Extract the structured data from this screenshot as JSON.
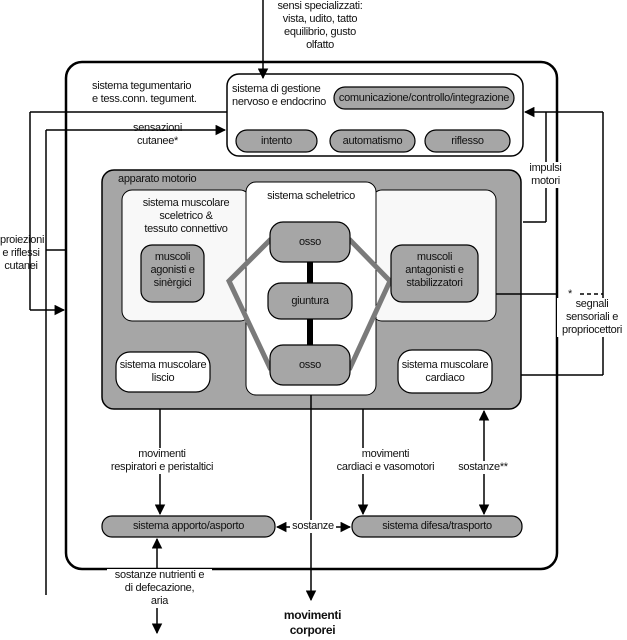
{
  "input_top": "sensi specializzati:\nvista, udito, tatto\nequilibrio, gusto\nolfatto",
  "tegumentario": "sistema tegumentario\ne tess.conn. tegument.",
  "sensazioni": "sensazioni\ncutanee*",
  "proiezioni": "proiezioni\ne riflessi\ncutanei",
  "nervoso": {
    "title": "sistema  di gestione\nnervoso e endocrino",
    "comunicazione": "comunicazione/controllo/integrazione",
    "intento": "intento",
    "automatismo": "automatismo",
    "riflesso": "riflesso"
  },
  "impulsi": "impulsi\nmotori",
  "apparato": "apparato motorio",
  "muscolare_scheletrico": "sistema muscolare\nsceletrico &\ntessuto connettivo",
  "agonisti": "muscoli\nagonisti e\nsinèrgici",
  "scheletrico": "sistema scheletrico",
  "osso1": "osso",
  "giuntura": "giuntura",
  "osso2": "osso",
  "antagonisti": "muscoli\nantagonisti e\nstabilizzatori",
  "asterisk": "*",
  "segnali": "segnali\nsensoriali e\npropriocettori",
  "liscio": "sistema muscolare\nliscio",
  "cardiaco": "sistema muscolare\ncardiaco",
  "mov_resp": "movimenti\nrespiratori e peristaltici",
  "mov_card": "movimenti\ncardiaci e vasomotori",
  "sostanze_ss": "sostanze**",
  "apporto": "sistema apporto/asporto",
  "sostanze": "sostanze",
  "difesa": "sistema difesa/trasporto",
  "nutrienti": "sostanze nutrienti e\ndi defecazione,\naria",
  "movimenti_corporei": "movimenti\ncorporei"
}
